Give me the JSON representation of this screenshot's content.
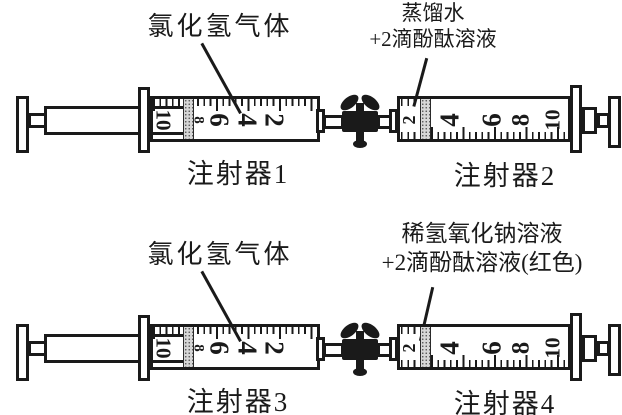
{
  "figure": {
    "background": "#ffffff",
    "ink_color": "#1a1a1a",
    "rows": [
      {
        "gas_label": "氯化氢气体",
        "liquid_label_line1": "蒸馏水",
        "liquid_label_line2": "+2滴酚酞溶液",
        "left_caption": "注射器1",
        "right_caption": "注射器2",
        "left_scale": [
          "10",
          "8",
          "6",
          "4",
          "2"
        ],
        "right_scale": [
          "2",
          "4",
          "6",
          "8",
          "10"
        ]
      },
      {
        "gas_label": "氯化氢气体",
        "liquid_label_line1": "稀氢氧化钠溶液",
        "liquid_label_line2": "+2滴酚酞溶液(红色)",
        "left_caption": "注射器3",
        "right_caption": "注射器4",
        "left_scale": [
          "10",
          "8",
          "6",
          "4",
          "2"
        ],
        "right_scale": [
          "2",
          "4",
          "6",
          "8",
          "10"
        ]
      }
    ]
  }
}
